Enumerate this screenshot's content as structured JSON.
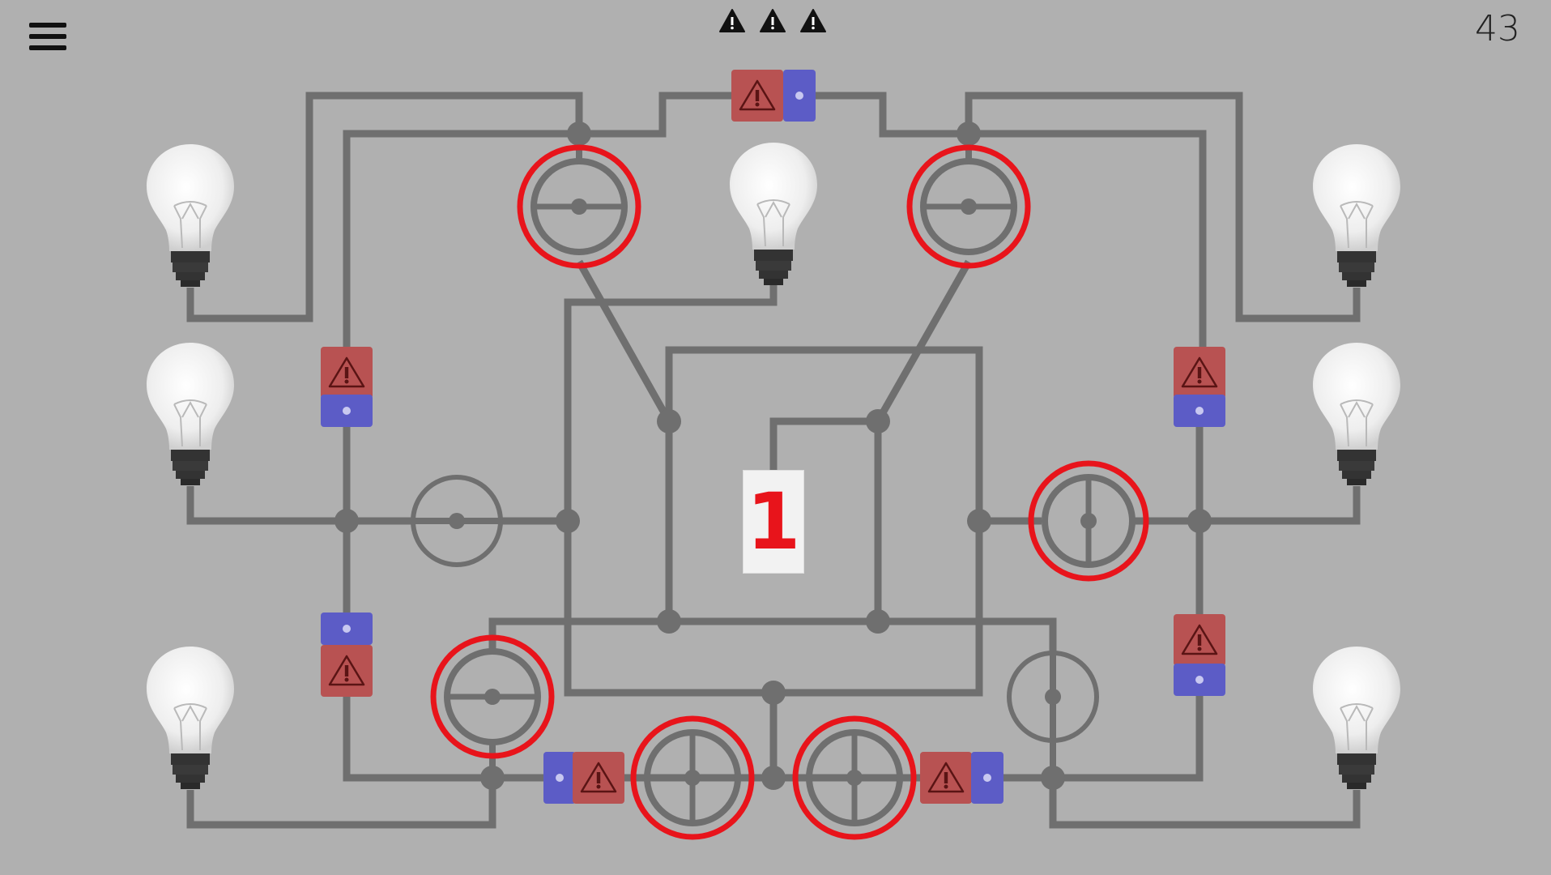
{
  "header": {
    "menu_icon": "hamburger-menu-icon",
    "warning_icons": [
      "warning-icon",
      "warning-icon",
      "warning-icon"
    ],
    "counter": "43"
  },
  "puzzle": {
    "center_card": "1",
    "colors": {
      "background": "#b0b0b0",
      "wire": "#6f6f6f",
      "highlight_ring": "#e8141b",
      "fuse_red": "#b85252",
      "fuse_blue": "#5c5cc6",
      "card_number": "#e8141b"
    },
    "bulbs": [
      "bulb-top-left",
      "bulb-mid-left",
      "bulb-bottom-left",
      "bulb-top-center",
      "bulb-top-right",
      "bulb-mid-right",
      "bulb-bottom-right"
    ],
    "fuse_icons": [
      "warning-icon",
      "dot-icon"
    ]
  }
}
